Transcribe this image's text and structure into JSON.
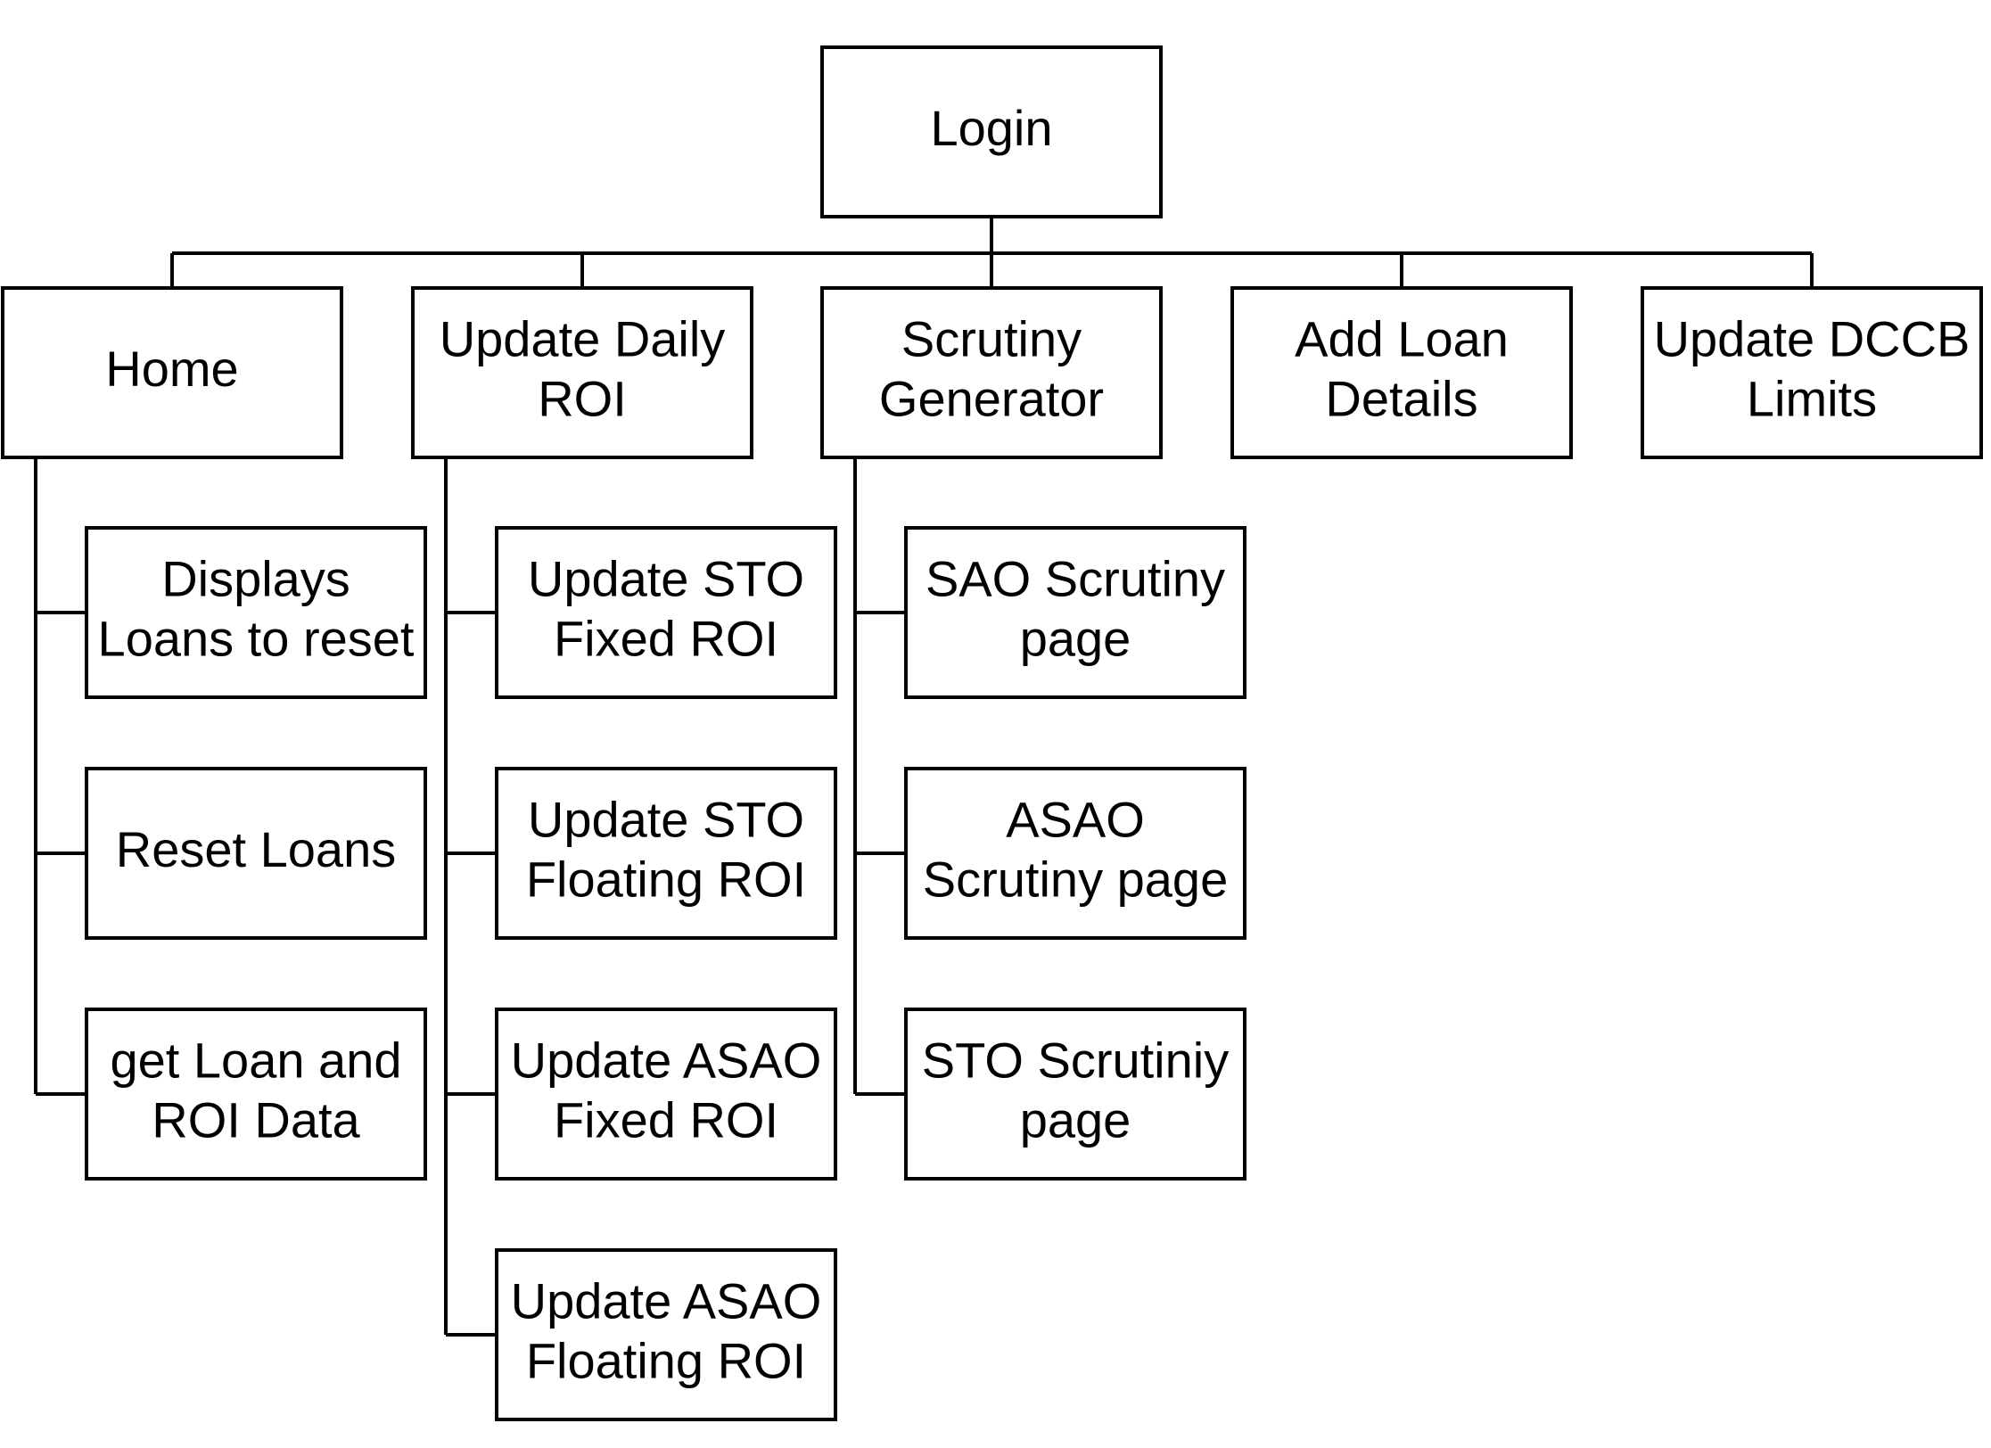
{
  "diagram": {
    "type": "hierarchy",
    "root": {
      "lines": [
        "Login"
      ]
    },
    "branches": [
      {
        "lines": [
          "Home"
        ],
        "children": [
          {
            "lines": [
              "Displays",
              "Loans to reset"
            ]
          },
          {
            "lines": [
              "Reset Loans"
            ]
          },
          {
            "lines": [
              "get Loan and",
              "ROI Data"
            ]
          }
        ]
      },
      {
        "lines": [
          "Update Daily",
          "ROI"
        ],
        "children": [
          {
            "lines": [
              "Update STO",
              "Fixed ROI"
            ]
          },
          {
            "lines": [
              "Update STO",
              "Floating ROI"
            ]
          },
          {
            "lines": [
              "Update ASAO",
              "Fixed ROI"
            ]
          },
          {
            "lines": [
              "Update ASAO",
              "Floating ROI"
            ]
          }
        ]
      },
      {
        "lines": [
          "Scrutiny",
          "Generator"
        ],
        "children": [
          {
            "lines": [
              "SAO Scrutiny",
              "page"
            ]
          },
          {
            "lines": [
              "ASAO",
              "Scrutiny page"
            ]
          },
          {
            "lines": [
              "STO Scrutiniy",
              "page"
            ]
          }
        ]
      },
      {
        "lines": [
          "Add Loan",
          "Details"
        ],
        "children": []
      },
      {
        "lines": [
          "Update DCCB",
          "Limits"
        ],
        "children": []
      }
    ]
  },
  "colors": {
    "stroke": "#000000",
    "fill": "#ffffff",
    "text": "#000000"
  }
}
